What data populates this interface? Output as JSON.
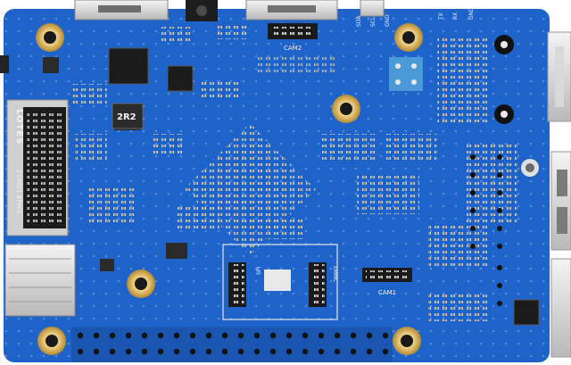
{
  "board": {
    "silkscreen": {
      "lotes_label": "LOTES",
      "m2_part_number": "213801 EPH-1",
      "inductor_2r2": "2R2",
      "cam2": "CAM2",
      "cam1": "CAM1",
      "spi": "SPI",
      "emmc": "EMMC",
      "uart_labels": [
        "TX",
        "RX",
        "GND"
      ],
      "side_labels": [
        "SDA",
        "SCL",
        "GND"
      ]
    },
    "colors": {
      "pcb": "#1e63c9",
      "pcb_dark": "#1552ad",
      "gold": "#d9b35e",
      "silkscreen": "#f2f2f2"
    }
  }
}
